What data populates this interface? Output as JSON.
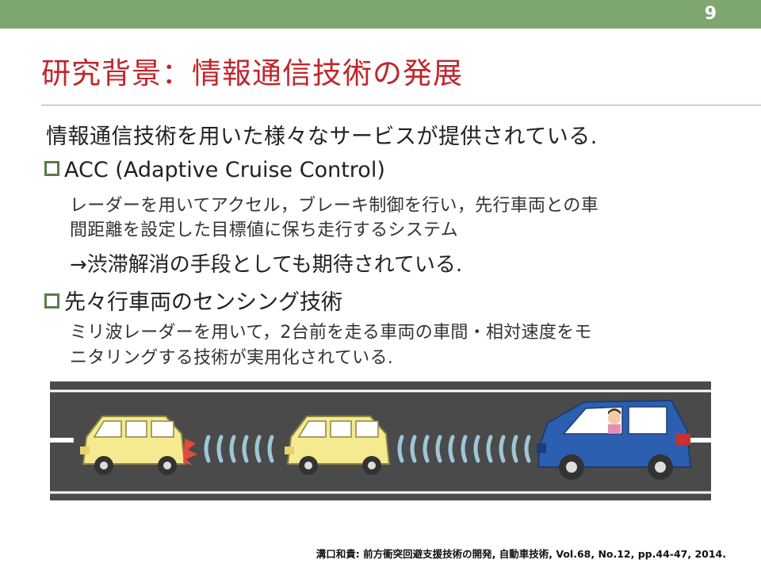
{
  "slide": {
    "number": "9"
  },
  "title": "研究背景：情報通信技術の発展",
  "intro": "情報通信技術を用いた様々なサービスが提供されている.",
  "bullets": [
    {
      "heading": "ACC (Adaptive Cruise Control)",
      "lines": [
        "レーダーを用いてアクセル，ブレーキ制御を行い，先行車両との車",
        "間距離を設定した目標値に保ち走行するシステム"
      ],
      "note": "→渋滞解消の手段としても期待されている."
    },
    {
      "heading": "先々行車両のセンシング技術",
      "lines": [
        "ミリ波レーダーを用いて，2台前を走る車両の車間・相対速度をモ",
        "ニタリングする技術が実用化されている."
      ]
    }
  ],
  "footer": "溝口和貴: 前方衝突回避支援技術の開発, 自動車技術, Vol.68, No.12, pp.44-47, 2014.",
  "colors": {
    "accent_bar": "#7ea66f",
    "title": "#c0262c",
    "road": "#4a4a4a",
    "lead_car": "#f5ea8f",
    "own_car": "#2d5fb0",
    "radar_wave": "#9ec6d8"
  }
}
